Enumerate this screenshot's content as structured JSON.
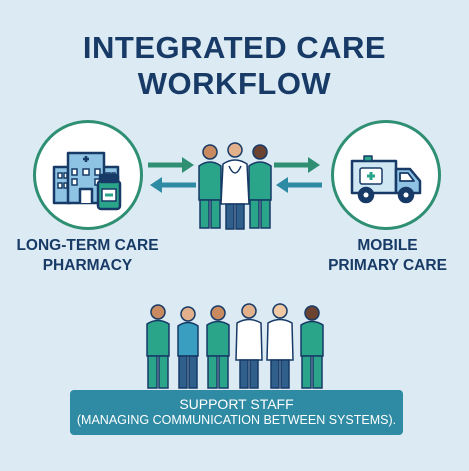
{
  "title": {
    "line1": "INTEGRATED CARE",
    "line2": "WORKFLOW"
  },
  "left_node": {
    "icon": "hospital-pharmacy-icon",
    "line1": "LONG-TERM CARE",
    "line2": "PHARMACY"
  },
  "right_node": {
    "icon": "ambulance-icon",
    "line1": "MOBILE",
    "line2": "PRIMARY CARE"
  },
  "support": {
    "line1": "SUPPORT STAFF",
    "line2": "(MANAGING COMMUNICATION BETWEEN SYSTEMS)."
  },
  "colors": {
    "background": "#dcebf3",
    "title": "#173a66",
    "accent_green": "#2e8f73",
    "banner": "#2f8aa3",
    "scrubs": "#2aa58a"
  }
}
